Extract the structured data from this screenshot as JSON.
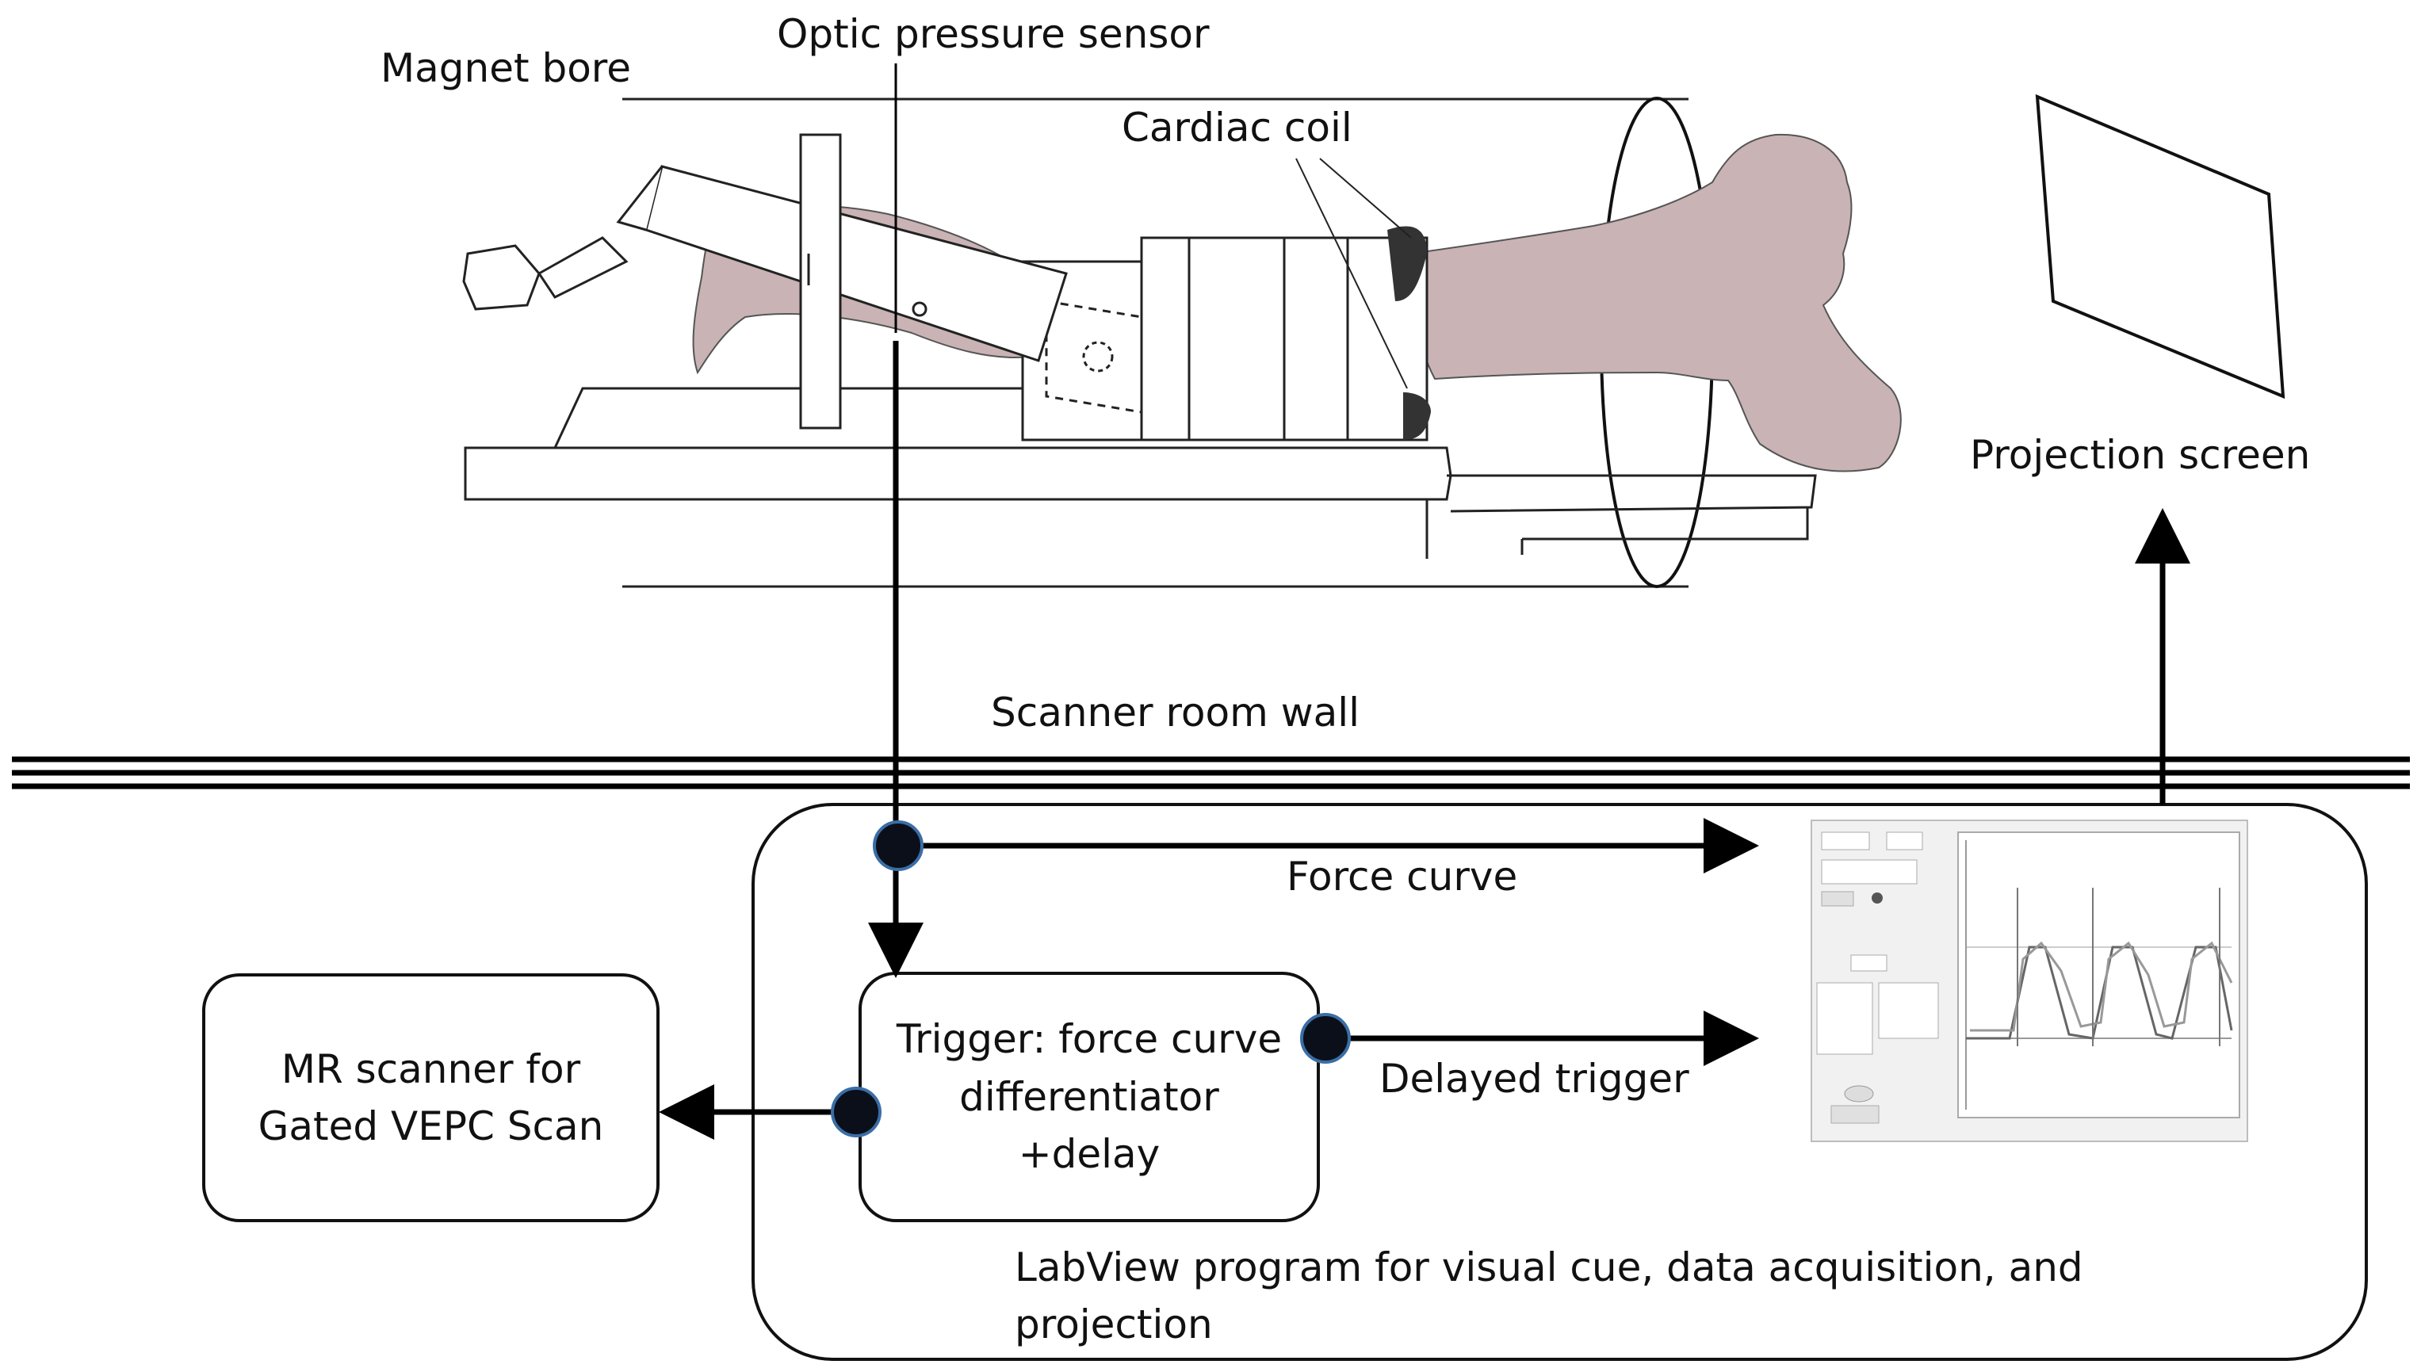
{
  "labels": {
    "magnet_bore": "Magnet bore",
    "optic_sensor": "Optic pressure sensor",
    "cardiac_coil": "Cardiac coil",
    "projection_screen": "Projection screen",
    "scanner_wall": "Scanner room wall",
    "force_curve": "Force curve",
    "delayed_trigger": "Delayed trigger",
    "labview_line1": "LabView program for visual cue, data acquisition, and",
    "labview_line2": "projection"
  },
  "trigger_box": {
    "line1": "Trigger: force curve",
    "line2": "differentiator",
    "line3": "+delay"
  },
  "mr_box": {
    "line1": "MR scanner for",
    "line2": "Gated VEPC Scan"
  },
  "colors": {
    "line": "#000000",
    "body_fill": "#c9b3b5",
    "node_fill": "#0b0f1a",
    "node_ring": "#3a6ea5"
  }
}
